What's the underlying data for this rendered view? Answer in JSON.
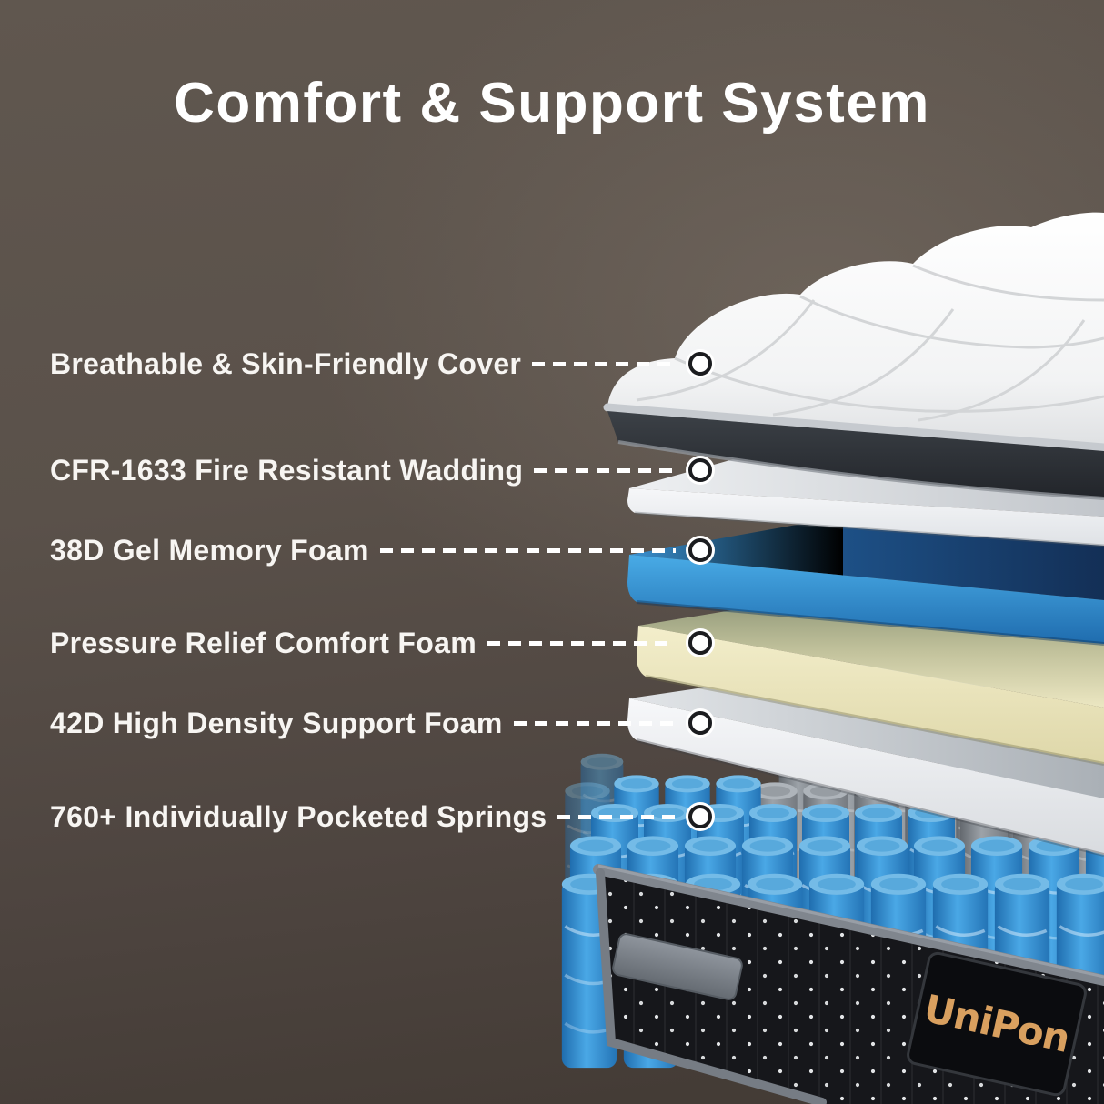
{
  "page": {
    "title": "Comfort & Support System"
  },
  "callouts": [
    {
      "text": "Breathable & Skin-Friendly Cover"
    },
    {
      "text": "CFR-1633 Fire Resistant Wadding"
    },
    {
      "text": "38D Gel Memory Foam"
    },
    {
      "text": "Pressure Relief Comfort Foam"
    },
    {
      "text": "42D High Density Support Foam"
    },
    {
      "text": "760+ Individually Pocketed Springs"
    }
  ],
  "brand": {
    "logo_text": "UniPon"
  },
  "colors": {
    "background_brown": "#5a514a",
    "label_text": "#f7f5f2",
    "logo_gold": "#d9a05f",
    "gel_foam_blue": "#2e8fd4",
    "comfort_foam_cream": "#efeac4",
    "spring_blue": "#3ea2e6",
    "spring_gray": "#9aa0a6",
    "base_fabric_black": "#17181c"
  }
}
